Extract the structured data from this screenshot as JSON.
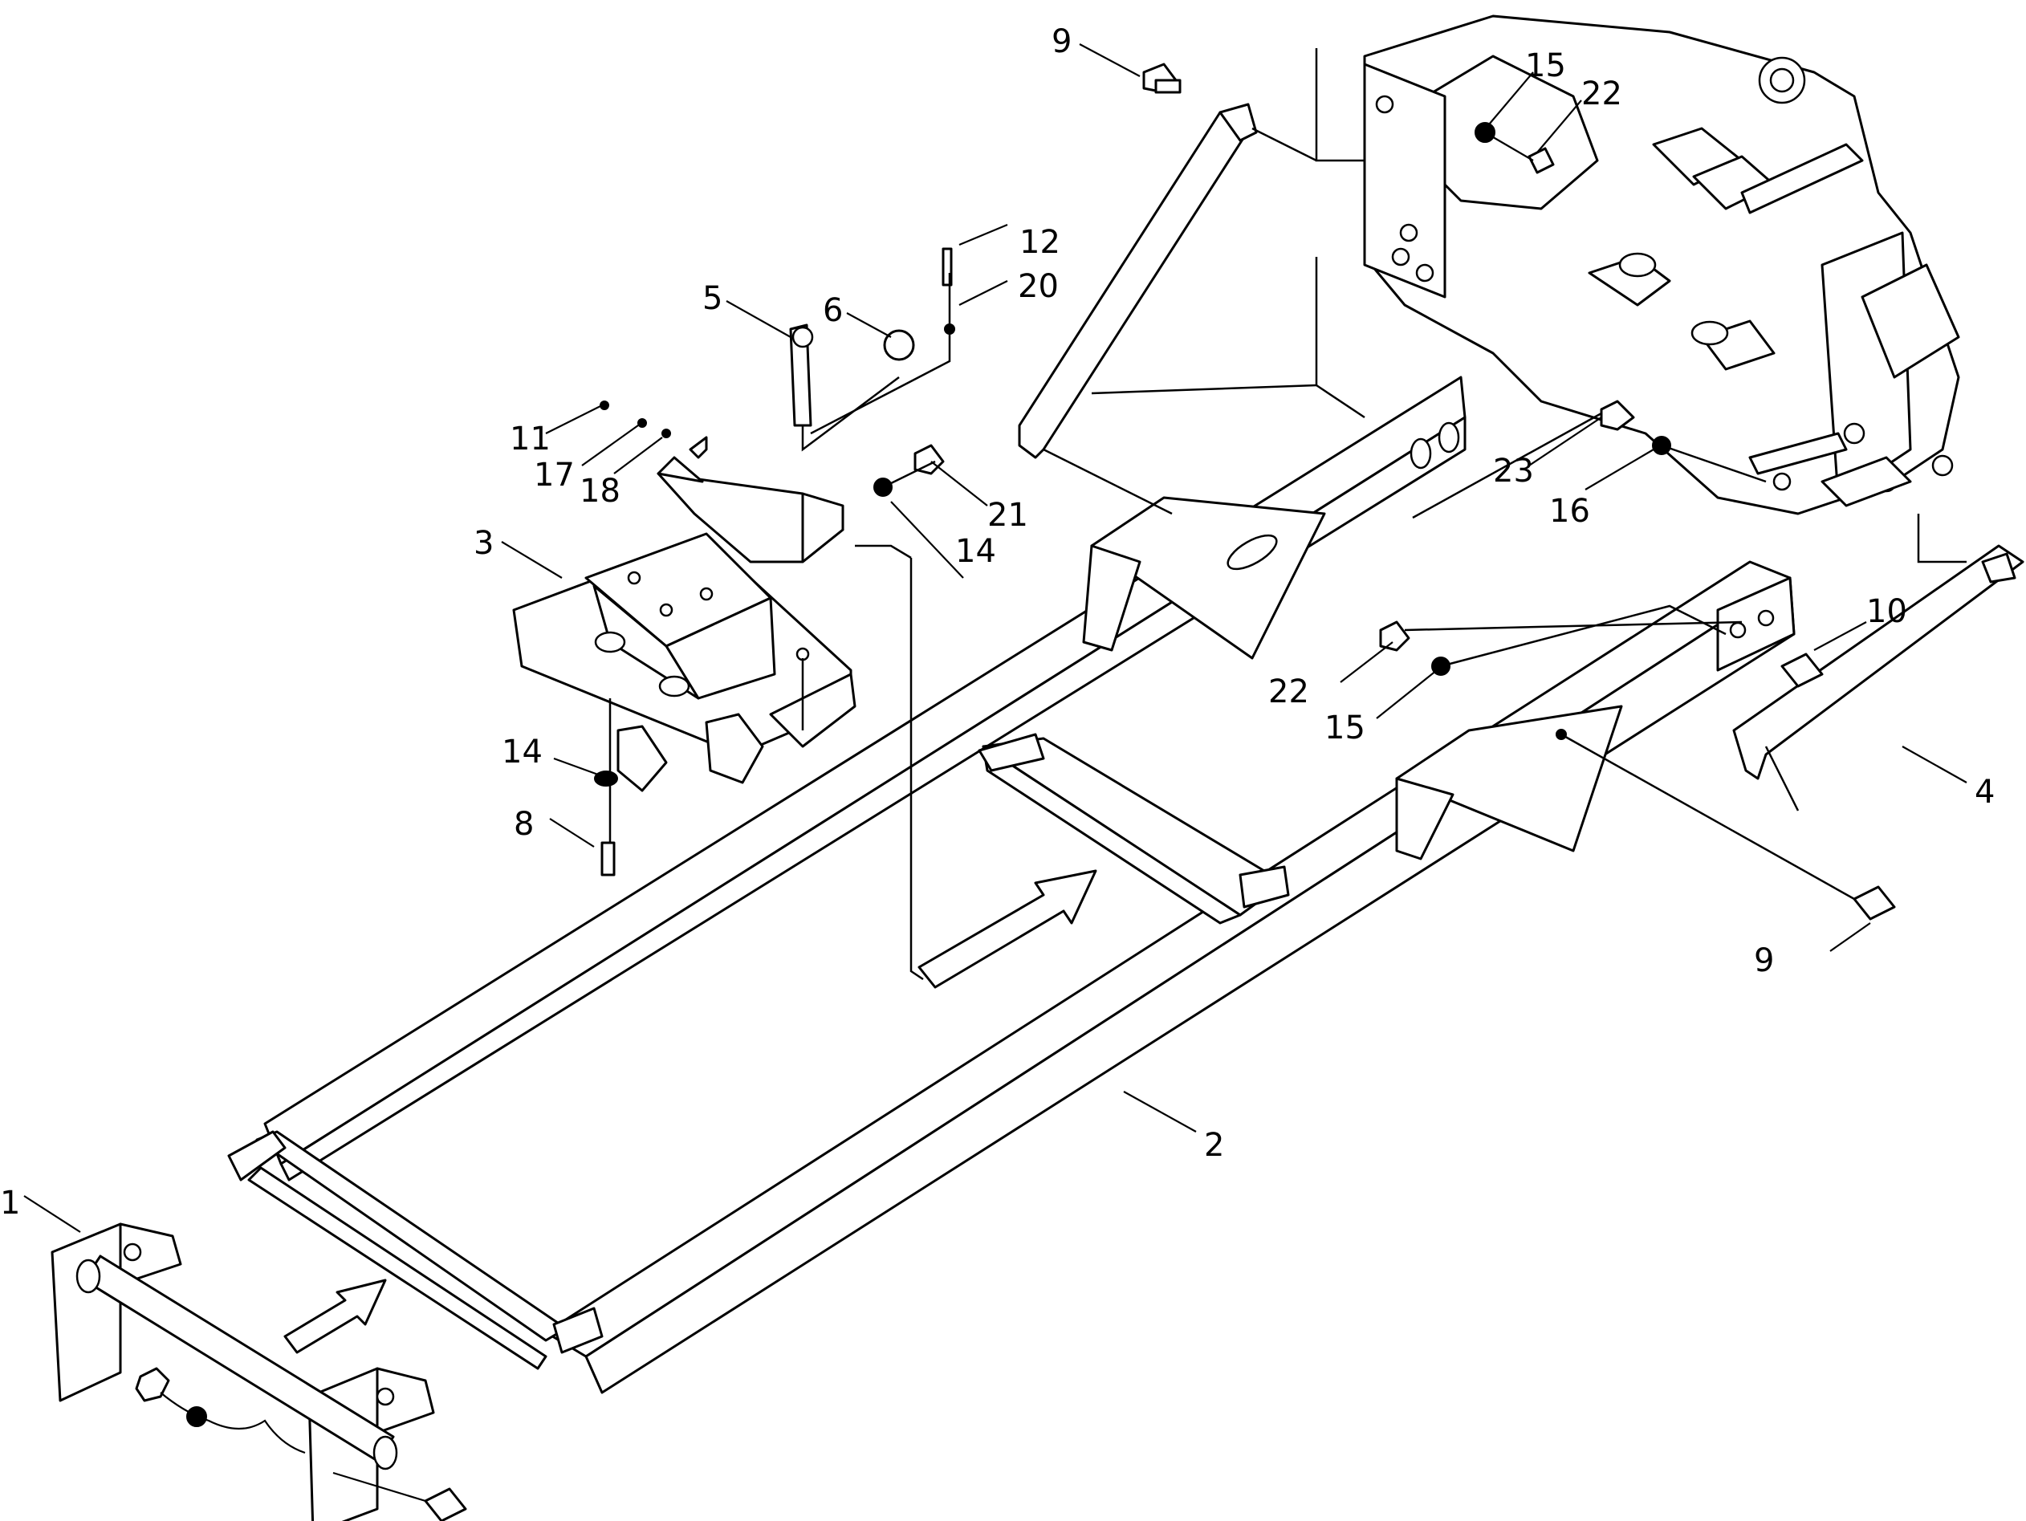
{
  "callouts": [
    {
      "id": "c1",
      "text": "1"
    },
    {
      "id": "c2",
      "text": "2"
    },
    {
      "id": "c3",
      "text": "3"
    },
    {
      "id": "c4",
      "text": "4"
    },
    {
      "id": "c5",
      "text": "5"
    },
    {
      "id": "c6",
      "text": "6"
    },
    {
      "id": "c8",
      "text": "8"
    },
    {
      "id": "c9a",
      "text": "9"
    },
    {
      "id": "c9b",
      "text": "9"
    },
    {
      "id": "c10",
      "text": "10"
    },
    {
      "id": "c11",
      "text": "11"
    },
    {
      "id": "c12",
      "text": "12"
    },
    {
      "id": "c14a",
      "text": "14"
    },
    {
      "id": "c14b",
      "text": "14"
    },
    {
      "id": "c15a",
      "text": "15"
    },
    {
      "id": "c15b",
      "text": "15"
    },
    {
      "id": "c16",
      "text": "16"
    },
    {
      "id": "c17",
      "text": "17"
    },
    {
      "id": "c18",
      "text": "18"
    },
    {
      "id": "c20",
      "text": "20"
    },
    {
      "id": "c21",
      "text": "21"
    },
    {
      "id": "c22a",
      "text": "22"
    },
    {
      "id": "c22b",
      "text": "22"
    },
    {
      "id": "c23",
      "text": "23"
    }
  ]
}
